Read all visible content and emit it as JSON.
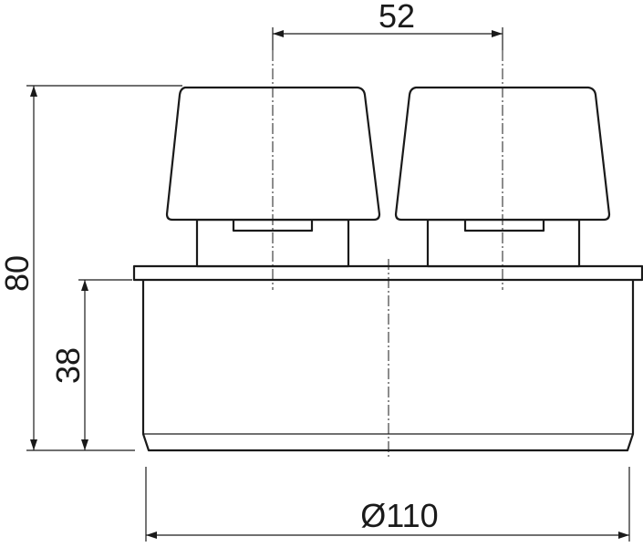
{
  "drawing": {
    "dimensions": {
      "spacing": "52",
      "total_height": "80",
      "body_height": "38",
      "diameter": "Ø110"
    }
  }
}
